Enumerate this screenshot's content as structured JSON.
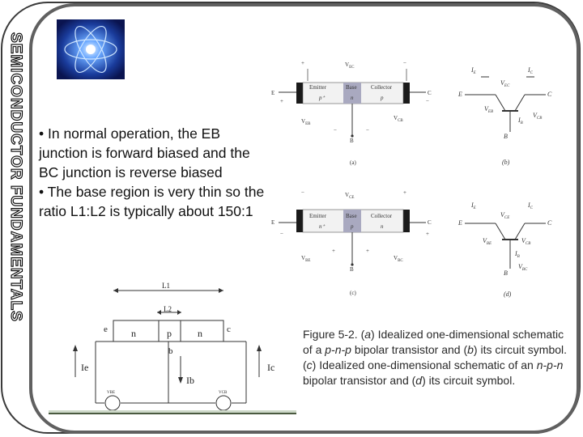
{
  "slide": {
    "side_title": "SEMICONDUCTOR FUNDAMENTALS",
    "bullets": [
      "• In normal operation, the EB junction is forward biased and the BC junction is reverse biased",
      "• The base region is very thin so the ratio L1:L2 is typically about  150:1"
    ],
    "caption_parts": {
      "p1": "Figure 5-2.  (",
      "a": "a",
      "p2": ") Idealized one-dimensional schematic of a ",
      "pnp": "p-n-p",
      "p3": " bipolar transistor and (",
      "b": "b",
      "p4": ") its circuit symbol. (",
      "c": "c",
      "p5": ") Idealized one-dimensional schematic of an ",
      "npn": "n-p-n",
      "p6": " bipolar transistor and (",
      "d": "d",
      "p7": ") its circuit symbol."
    }
  },
  "fig_a": {
    "emitter": "Emitter",
    "base": "Base",
    "collector": "Collector",
    "emitter_type": "p⁺",
    "base_type": "n",
    "collector_type": "p",
    "vec": "V",
    "vec_sub": "EC",
    "veb": "V",
    "veb_sub": "EB",
    "vcb": "V",
    "vcb_sub": "CB",
    "e": "E",
    "b": "B",
    "c": "C",
    "label": "(a)"
  },
  "fig_b": {
    "ie": "I",
    "ie_sub": "E",
    "ic": "I",
    "ic_sub": "C",
    "ib": "I",
    "ib_sub": "B",
    "vec": "V",
    "vec_sub": "EC",
    "vbe": "V",
    "vbe_sub": "EB",
    "vcb": "V",
    "vcb_sub": "CB",
    "e": "E",
    "b": "B",
    "c": "C",
    "label": "(b)"
  },
  "fig_c": {
    "emitter": "Emitter",
    "base": "Base",
    "collector": "Collector",
    "emitter_type": "n⁺",
    "base_type": "p",
    "collector_type": "n",
    "vce": "V",
    "vce_sub": "CE",
    "vbe": "V",
    "vbe_sub": "BE",
    "vbc": "V",
    "vbc_sub": "BC",
    "e": "E",
    "b": "B",
    "c": "C",
    "label": "(c)"
  },
  "fig_d": {
    "ie": "I",
    "ie_sub": "E",
    "ic": "I",
    "ic_sub": "C",
    "ib": "I",
    "ib_sub": "B",
    "vce": "V",
    "vce_sub": "CE",
    "vbe": "V",
    "vbe_sub": "BE",
    "vcb": "V",
    "vcb_sub": "CB",
    "vbc": "V",
    "vbc_sub": "BC",
    "e": "E",
    "b": "B",
    "c": "C",
    "label": "(d)"
  },
  "circuit": {
    "l1": "L1",
    "l2": "L2",
    "e": "e",
    "c": "c",
    "b": "b",
    "n1": "n",
    "p": "p",
    "n2": "n",
    "ie": "Ie",
    "ib": "Ib",
    "ic": "Ic",
    "vbe": "VBE",
    "vcb": "VCB"
  },
  "colors": {
    "base_fill": "#a9a9c0",
    "bar": "#1a1a1a",
    "frame": "#606060"
  }
}
